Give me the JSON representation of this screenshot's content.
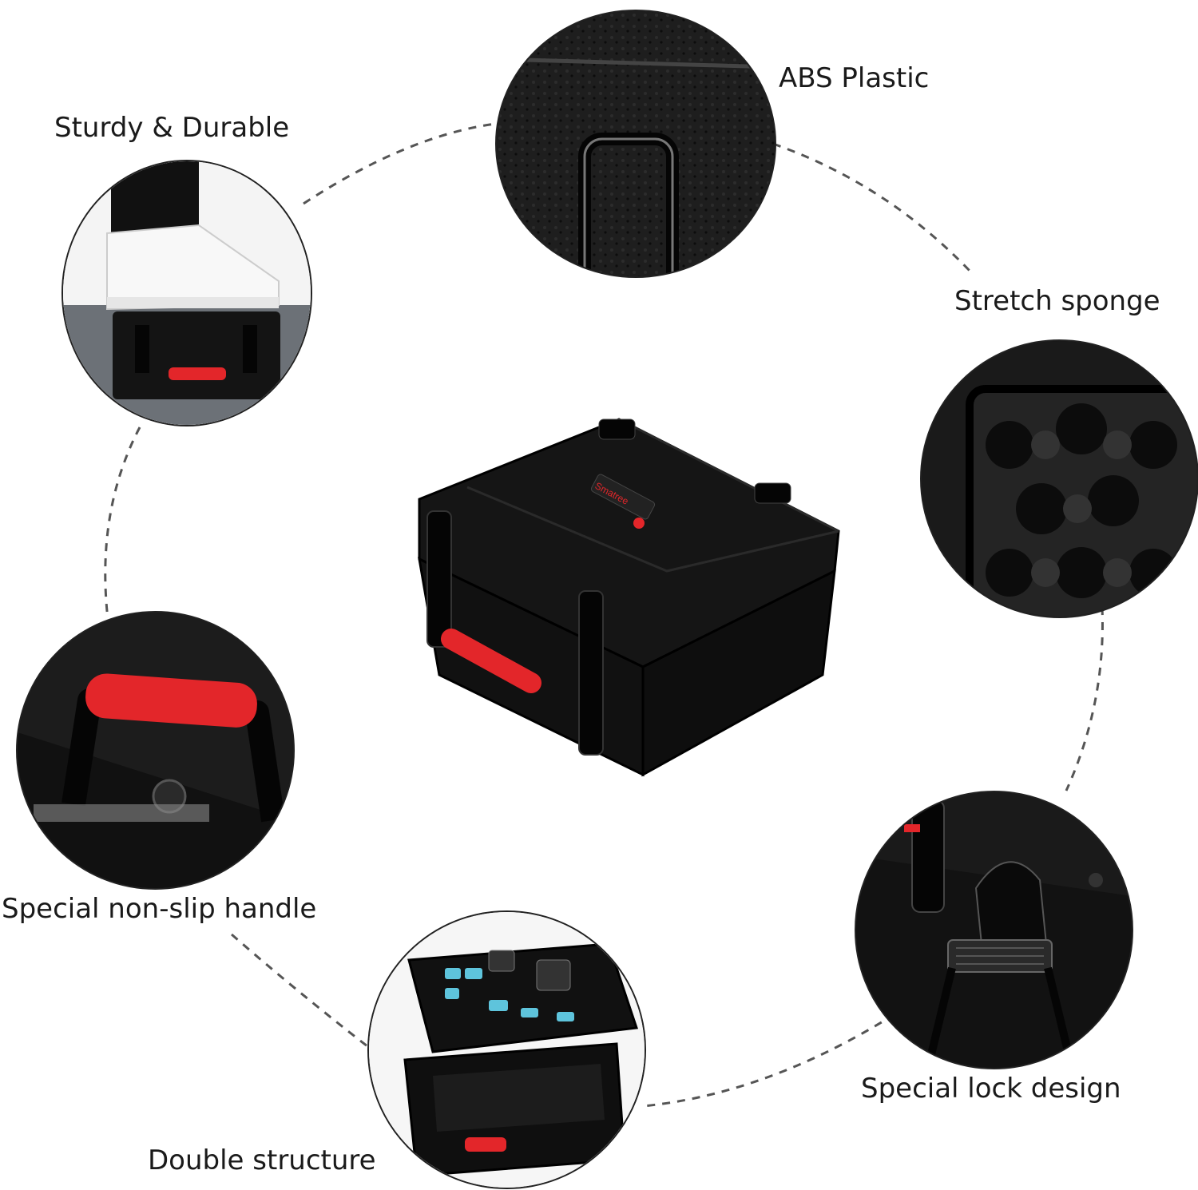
{
  "features": {
    "abs": {
      "label": "ABS Plastic",
      "icon": "textured-plastic-handle-icon"
    },
    "sturdy": {
      "label": "Sturdy & Durable",
      "icon": "shoe-standing-on-case-icon"
    },
    "sponge": {
      "label": "Stretch sponge",
      "icon": "egg-crate-foam-icon"
    },
    "handle": {
      "label": "Special non-slip handle",
      "icon": "red-grip-handle-icon"
    },
    "lock": {
      "label": "Special lock design",
      "icon": "latch-lock-icon"
    },
    "double": {
      "label": "Double structure",
      "icon": "open-case-with-foam-icon"
    }
  },
  "product": {
    "brand": "Smatree",
    "icon": "hard-case-icon"
  },
  "colors": {
    "case": "#141414",
    "handle": "#e3262a",
    "foam_accent": "#5ec4dc",
    "dash": "#555555"
  }
}
